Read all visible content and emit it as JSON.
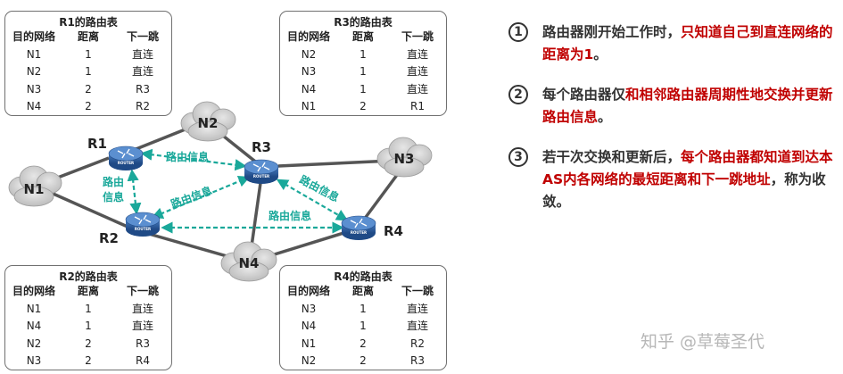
{
  "tables": [
    {
      "id": "r1",
      "title": "R1的路由表",
      "headers": [
        "目的网络",
        "距离",
        "下一跳"
      ],
      "rows": [
        [
          "N1",
          "1",
          "直连"
        ],
        [
          "N2",
          "1",
          "直连"
        ],
        [
          "N3",
          "2",
          "R3"
        ],
        [
          "N4",
          "2",
          "R2"
        ]
      ]
    },
    {
      "id": "r3",
      "title": "R3的路由表",
      "headers": [
        "目的网络",
        "距离",
        "下一跳"
      ],
      "rows": [
        [
          "N2",
          "1",
          "直连"
        ],
        [
          "N3",
          "1",
          "直连"
        ],
        [
          "N4",
          "1",
          "直连"
        ],
        [
          "N1",
          "2",
          "R1"
        ]
      ]
    },
    {
      "id": "r2",
      "title": "R2的路由表",
      "headers": [
        "目的网络",
        "距离",
        "下一跳"
      ],
      "rows": [
        [
          "N1",
          "1",
          "直连"
        ],
        [
          "N4",
          "1",
          "直连"
        ],
        [
          "N2",
          "2",
          "R3"
        ],
        [
          "N3",
          "2",
          "R4"
        ]
      ]
    },
    {
      "id": "r4",
      "title": "R4的路由表",
      "headers": [
        "目的网络",
        "距离",
        "下一跳"
      ],
      "rows": [
        [
          "N3",
          "1",
          "直连"
        ],
        [
          "N4",
          "1",
          "直连"
        ],
        [
          "N1",
          "2",
          "R2"
        ],
        [
          "N2",
          "2",
          "R3"
        ]
      ]
    }
  ],
  "diagram": {
    "routers": [
      "R1",
      "R2",
      "R3",
      "R4"
    ],
    "router_device_text": "ROUTER",
    "networks": [
      "N1",
      "N2",
      "N3",
      "N4"
    ],
    "messages": {
      "r1_r3": "路由信息",
      "r1_r2_line1": "路由",
      "r1_r2_line2": "信息",
      "r2_r3": "路由信息",
      "r3_r4": "路由信息",
      "r2_r4": "路由信息"
    },
    "colors": {
      "arrow": "#1aa89a",
      "link": "#555555",
      "cloud": "#cfcfcf",
      "router": "#2a5a9c"
    }
  },
  "steps": [
    {
      "number": "1",
      "normal": "路由器刚开始工作时，",
      "highlight": "只知道自己到直连网络的距离为1",
      "tail": "。"
    },
    {
      "number": "2",
      "normal": "每个路由器仅",
      "highlight": "和相邻路由器周期性地交换并更新路由信息",
      "tail": "。"
    },
    {
      "number": "3",
      "normal": "若干次交换和更新后，",
      "highlight": "每个路由器都知道到达本AS内各网络的最短距离和下一跳地址",
      "tail": "，称为收敛。"
    }
  ],
  "watermark": "知乎 @草莓圣代"
}
